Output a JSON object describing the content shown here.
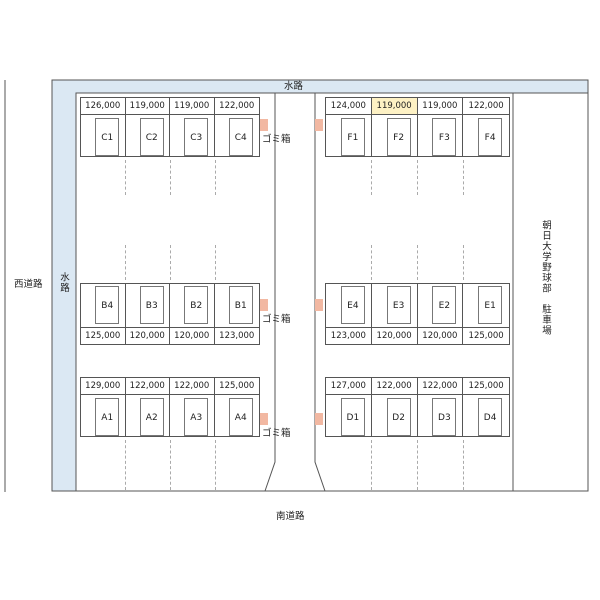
{
  "labels": {
    "canal_top": "水路",
    "canal_left": "水路",
    "west_road": "西道路",
    "south_road": "南道路",
    "east_area": "朝日大学野球部　駐車場",
    "trash": "ゴミ箱"
  },
  "colors": {
    "canal": "#dbe8f3",
    "highlight": "#fdf1c4",
    "trash_bin": "#f2b8a2"
  },
  "rows": {
    "C": [
      {
        "code": "C1",
        "price": "126,000"
      },
      {
        "code": "C2",
        "price": "119,000"
      },
      {
        "code": "C3",
        "price": "119,000"
      },
      {
        "code": "C4",
        "price": "122,000"
      }
    ],
    "F": [
      {
        "code": "F1",
        "price": "124,000"
      },
      {
        "code": "F2",
        "price": "119,000",
        "highlight": true
      },
      {
        "code": "F3",
        "price": "119,000"
      },
      {
        "code": "F4",
        "price": "122,000"
      }
    ],
    "B": [
      {
        "code": "B4",
        "price": "125,000"
      },
      {
        "code": "B3",
        "price": "120,000"
      },
      {
        "code": "B2",
        "price": "120,000"
      },
      {
        "code": "B1",
        "price": "123,000"
      }
    ],
    "E": [
      {
        "code": "E4",
        "price": "123,000"
      },
      {
        "code": "E3",
        "price": "120,000"
      },
      {
        "code": "E2",
        "price": "120,000"
      },
      {
        "code": "E1",
        "price": "125,000"
      }
    ],
    "A": [
      {
        "code": "A1",
        "price": "129,000"
      },
      {
        "code": "A2",
        "price": "122,000"
      },
      {
        "code": "A3",
        "price": "122,000"
      },
      {
        "code": "A4",
        "price": "125,000"
      }
    ],
    "D": [
      {
        "code": "D1",
        "price": "127,000"
      },
      {
        "code": "D2",
        "price": "122,000"
      },
      {
        "code": "D3",
        "price": "122,000"
      },
      {
        "code": "D4",
        "price": "125,000"
      }
    ]
  }
}
